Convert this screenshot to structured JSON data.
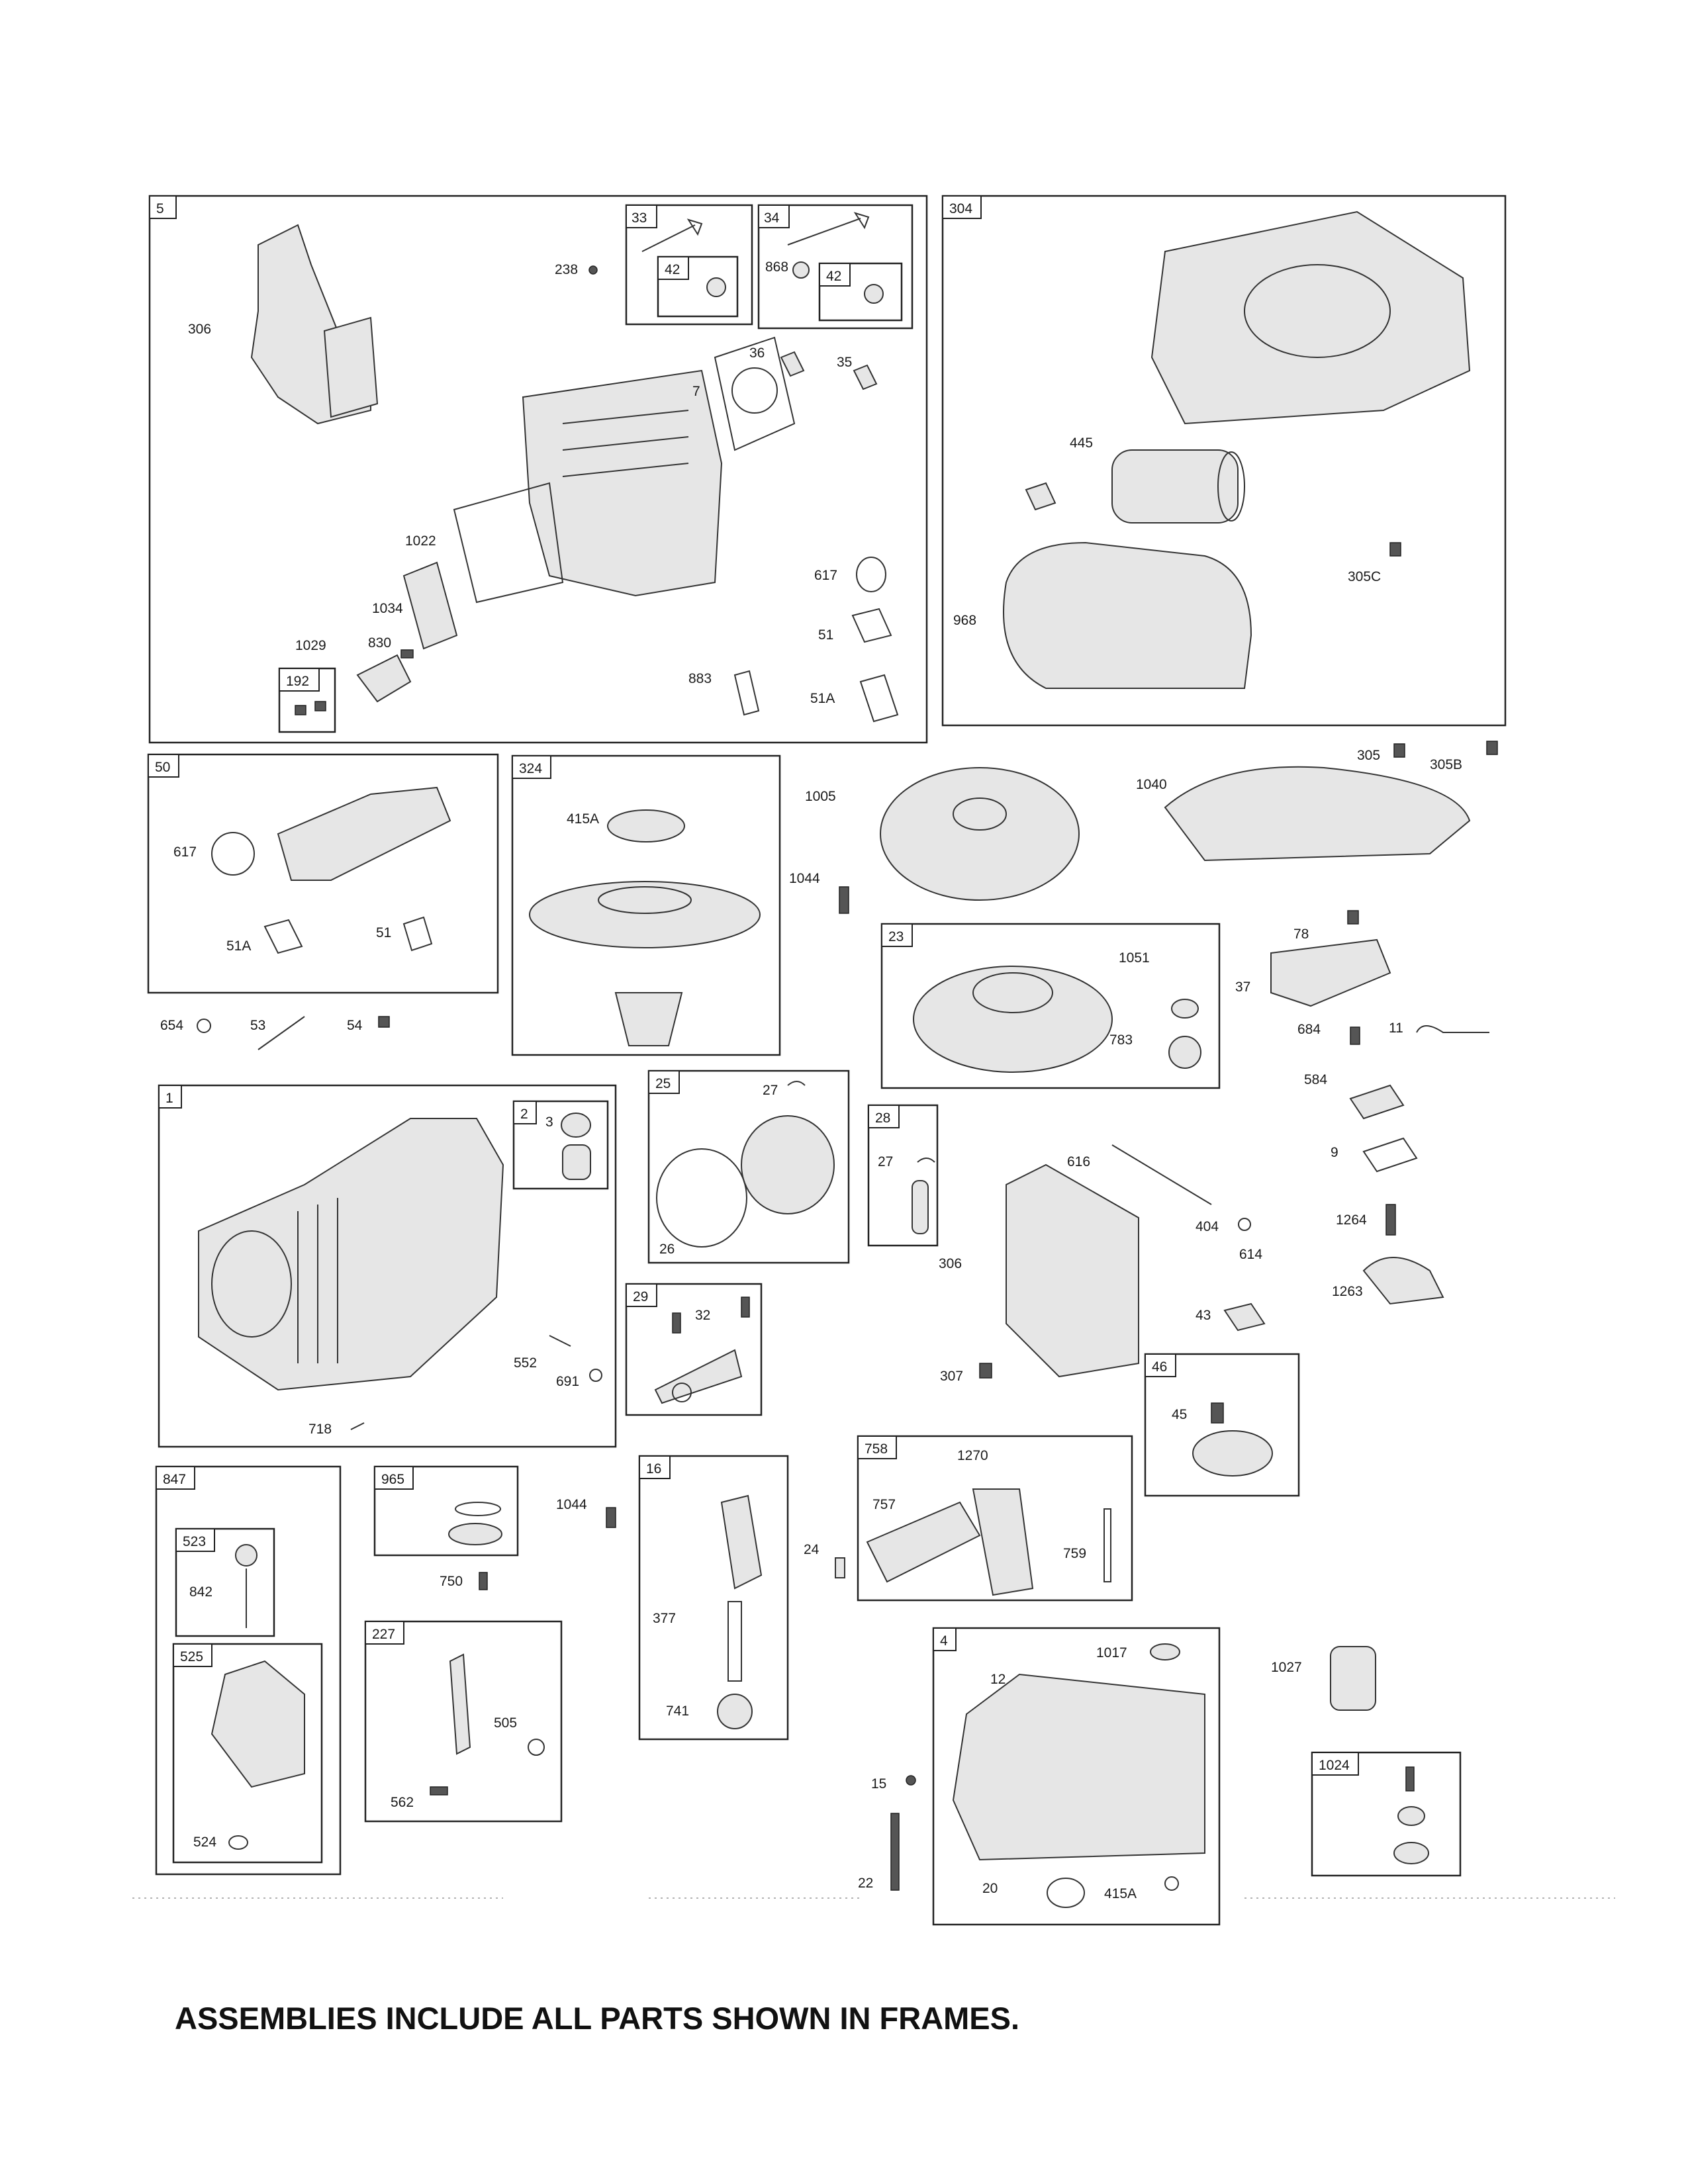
{
  "frames": [
    {
      "tag": "5",
      "items": [
        {
          "id": "f5-306",
          "text": "306"
        },
        {
          "id": "f5-238",
          "text": "238"
        },
        {
          "id": "f5-36",
          "text": "36"
        },
        {
          "id": "f5-7",
          "text": "7"
        },
        {
          "id": "f5-35",
          "text": "35"
        },
        {
          "id": "f5-1022",
          "text": "1022"
        },
        {
          "id": "f5-1034",
          "text": "1034"
        },
        {
          "id": "f5-617",
          "text": "617"
        },
        {
          "id": "f5-51",
          "text": "51"
        },
        {
          "id": "f5-1029",
          "text": "1029"
        },
        {
          "id": "f5-830",
          "text": "830"
        },
        {
          "id": "f5-883",
          "text": "883"
        },
        {
          "id": "f5-51A",
          "text": "51A"
        }
      ]
    },
    {
      "tag": "33",
      "items": []
    },
    {
      "tag": "42",
      "items": []
    },
    {
      "tag": "34",
      "items": [
        {
          "id": "f34-868",
          "text": "868"
        }
      ]
    },
    {
      "tag": "42",
      "items": []
    },
    {
      "tag": "192",
      "items": []
    },
    {
      "tag": "304",
      "items": [
        {
          "id": "f304-445",
          "text": "445"
        },
        {
          "id": "f304-305C",
          "text": "305C"
        },
        {
          "id": "f304-968",
          "text": "968"
        }
      ]
    },
    {
      "tag": "50",
      "items": [
        {
          "id": "f50-617",
          "text": "617"
        },
        {
          "id": "f50-51A",
          "text": "51A"
        },
        {
          "id": "f50-51",
          "text": "51"
        }
      ]
    },
    {
      "tag": "324",
      "items": [
        {
          "id": "f324-415A",
          "text": "415A"
        }
      ]
    },
    {
      "tag": "23",
      "items": [
        {
          "id": "f23-1051",
          "text": "1051"
        },
        {
          "id": "f23-783",
          "text": "783"
        }
      ]
    },
    {
      "tag": "1",
      "items": [
        {
          "id": "f1-552",
          "text": "552"
        },
        {
          "id": "f1-691",
          "text": "691"
        },
        {
          "id": "f1-718",
          "text": "718"
        }
      ]
    },
    {
      "tag": "2",
      "items": [
        {
          "id": "f2-3",
          "text": "3"
        }
      ]
    },
    {
      "tag": "25",
      "items": [
        {
          "id": "f25-27",
          "text": "27"
        },
        {
          "id": "f25-26",
          "text": "26"
        }
      ]
    },
    {
      "tag": "28",
      "items": [
        {
          "id": "f28-27",
          "text": "27"
        }
      ]
    },
    {
      "tag": "29",
      "items": [
        {
          "id": "f29-32",
          "text": "32"
        }
      ]
    },
    {
      "tag": "46",
      "items": [
        {
          "id": "f46-45",
          "text": "45"
        }
      ]
    },
    {
      "tag": "847",
      "items": [
        {
          "id": "f847-842",
          "text": "842"
        },
        {
          "id": "f847-524",
          "text": "524"
        }
      ]
    },
    {
      "tag": "523",
      "items": []
    },
    {
      "tag": "525",
      "items": []
    },
    {
      "tag": "965",
      "items": []
    },
    {
      "tag": "16",
      "items": [
        {
          "id": "f16-377",
          "text": "377"
        },
        {
          "id": "f16-741",
          "text": "741"
        }
      ]
    },
    {
      "tag": "758",
      "items": [
        {
          "id": "f758-1270",
          "text": "1270"
        },
        {
          "id": "f758-757",
          "text": "757"
        },
        {
          "id": "f758-759",
          "text": "759"
        }
      ]
    },
    {
      "tag": "227",
      "items": [
        {
          "id": "f227-505",
          "text": "505"
        },
        {
          "id": "f227-562",
          "text": "562"
        }
      ]
    },
    {
      "tag": "4",
      "items": [
        {
          "id": "f4-1017",
          "text": "1017"
        },
        {
          "id": "f4-12",
          "text": "12"
        },
        {
          "id": "f4-20",
          "text": "20"
        },
        {
          "id": "f4-415A",
          "text": "415A"
        }
      ]
    },
    {
      "tag": "1024",
      "items": []
    }
  ],
  "loose_labels": [
    {
      "id": "l-305",
      "text": "305"
    },
    {
      "id": "l-305B",
      "text": "305B"
    },
    {
      "id": "l-1005",
      "text": "1005"
    },
    {
      "id": "l-1040",
      "text": "1040"
    },
    {
      "id": "l-1044a",
      "text": "1044"
    },
    {
      "id": "l-654",
      "text": "654"
    },
    {
      "id": "l-53",
      "text": "53"
    },
    {
      "id": "l-54",
      "text": "54"
    },
    {
      "id": "l-78",
      "text": "78"
    },
    {
      "id": "l-37",
      "text": "37"
    },
    {
      "id": "l-684",
      "text": "684"
    },
    {
      "id": "l-11",
      "text": "11"
    },
    {
      "id": "l-584",
      "text": "584"
    },
    {
      "id": "l-9",
      "text": "9"
    },
    {
      "id": "l-616",
      "text": "616"
    },
    {
      "id": "l-306",
      "text": "306"
    },
    {
      "id": "l-404",
      "text": "404"
    },
    {
      "id": "l-614",
      "text": "614"
    },
    {
      "id": "l-1264",
      "text": "1264"
    },
    {
      "id": "l-1263",
      "text": "1263"
    },
    {
      "id": "l-43",
      "text": "43"
    },
    {
      "id": "l-307",
      "text": "307"
    },
    {
      "id": "l-1044b",
      "text": "1044"
    },
    {
      "id": "l-750",
      "text": "750"
    },
    {
      "id": "l-24",
      "text": "24"
    },
    {
      "id": "l-1027",
      "text": "1027"
    },
    {
      "id": "l-15",
      "text": "15"
    },
    {
      "id": "l-22",
      "text": "22"
    }
  ],
  "footer_text": "ASSEMBLIES INCLUDE ALL PARTS SHOWN IN FRAMES."
}
